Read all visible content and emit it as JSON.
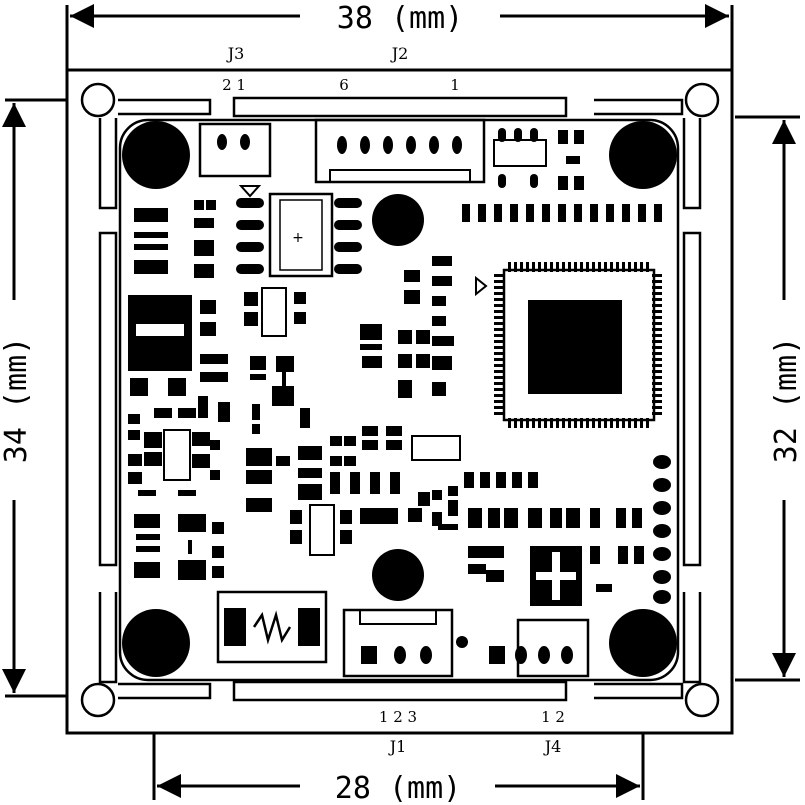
{
  "dimensions": {
    "top": "38 (mm)",
    "bottom": "28 (mm)",
    "left": "34 (mm)",
    "right": "32 (mm)"
  },
  "connectors": {
    "j1": {
      "label": "J1",
      "pins": "1 2 3"
    },
    "j2": {
      "label": "J2",
      "pin_first": "6",
      "pin_last": "1"
    },
    "j3": {
      "label": "J3",
      "pins": "2 1"
    },
    "j4": {
      "label": "J4",
      "pins": "1 2"
    }
  },
  "colors": {
    "ink": "#000000",
    "paper": "#ffffff"
  }
}
